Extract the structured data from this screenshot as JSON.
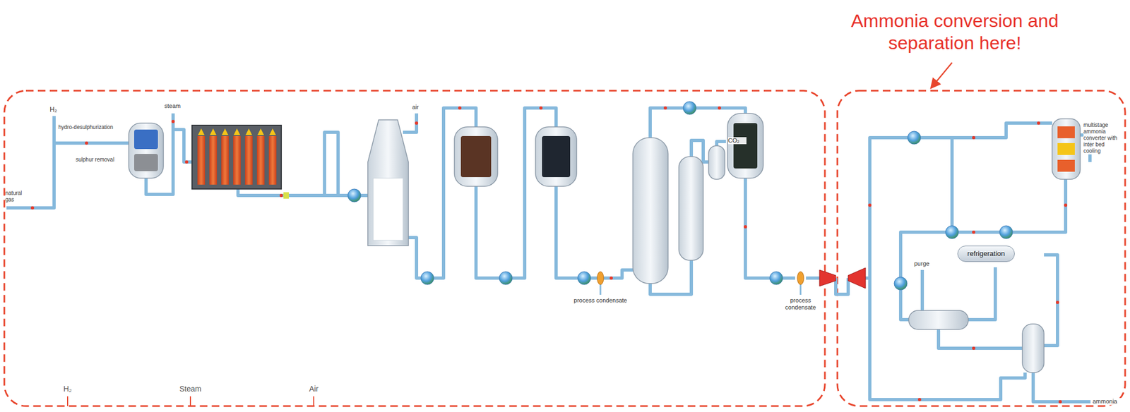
{
  "diagram": {
    "nodes": [
      {
        "text": [
          "refrigeration"
        ]
      }
    ],
    "labels": [
      "Ammonia conversion and separation here!",
      "H₂",
      "hydro-desulphurization",
      "sulphur removal",
      "steam",
      "natural gas",
      "air",
      "process condensate",
      "CO₂",
      "process condensate",
      "purge",
      "multistage ammonia converter with inter bed cooling",
      "ammonia",
      "H₂",
      "Steam",
      "Air"
    ]
  }
}
